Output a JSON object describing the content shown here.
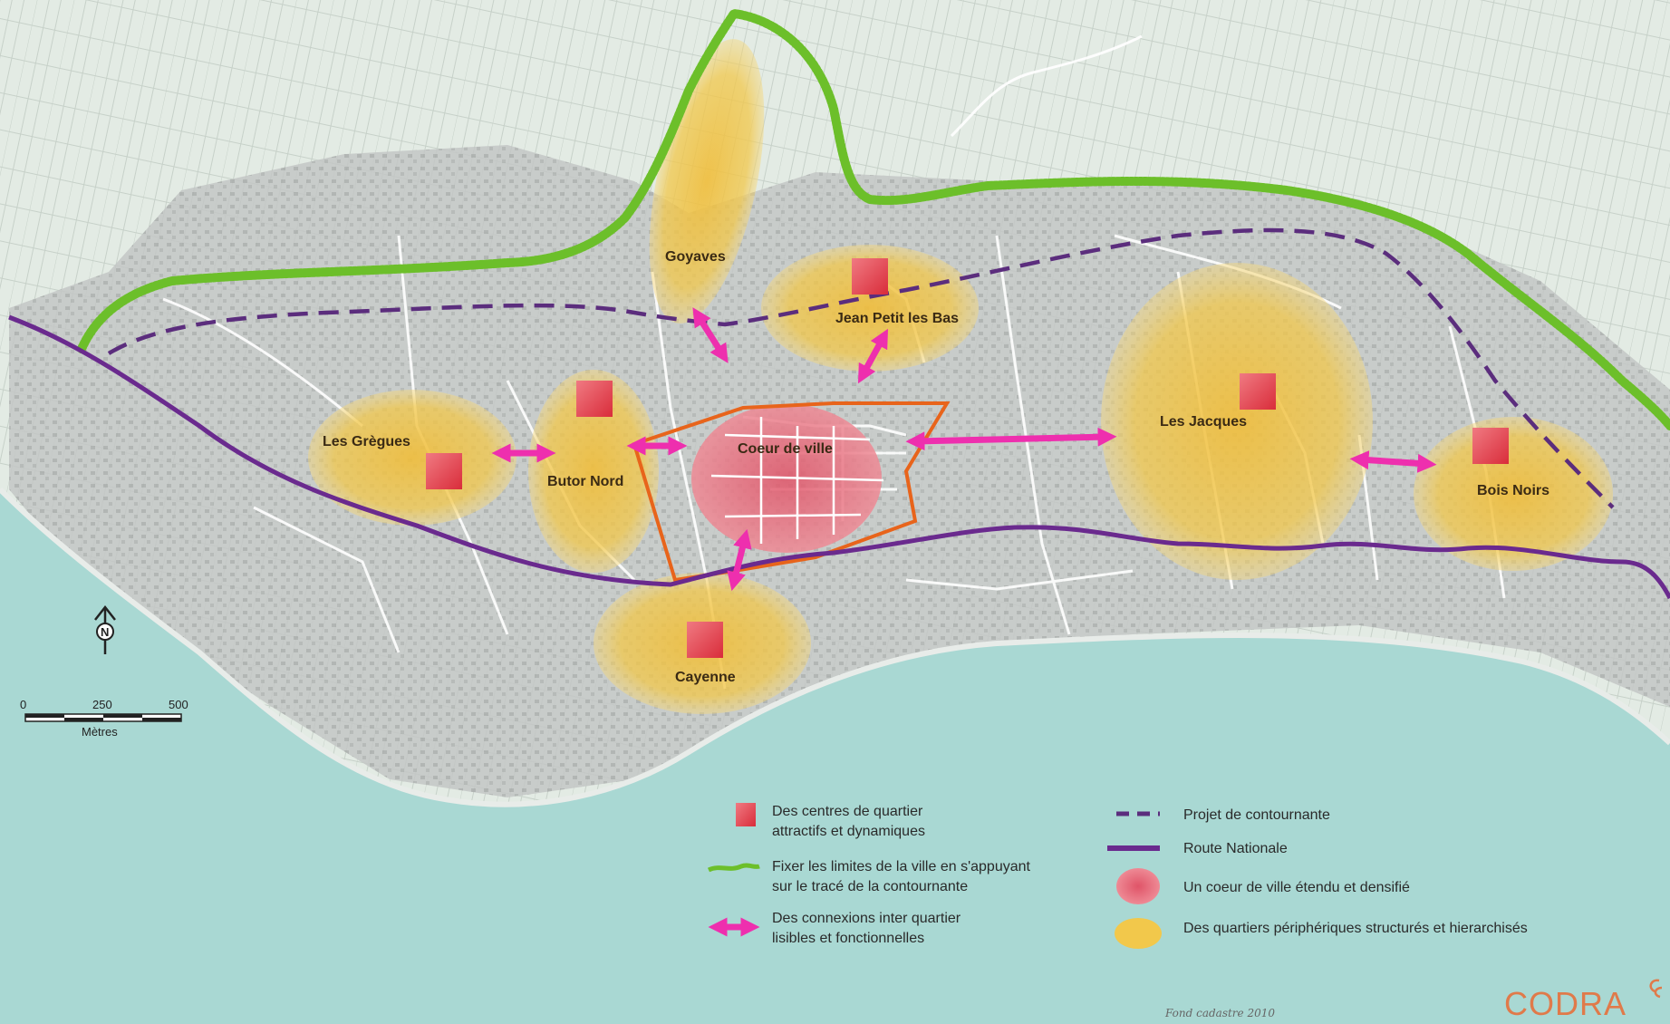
{
  "colors": {
    "sea": "#a9d8d3",
    "land": "#c9cccb",
    "agri": "#e3ebe4",
    "green_limit": "#6cbf2a",
    "bypass": "#5b2d7d",
    "national_road": "#6a2a8e",
    "heart": "#e86a7a",
    "heart_outline": "#e8641b",
    "district": "#f2c84b",
    "center_square": "#e9464f",
    "connector": "#ee2fae",
    "brand": "#e07a4a"
  },
  "map": {
    "labels": {
      "goyaves": "Goyaves",
      "jean_petit": "Jean Petit les Bas",
      "gregues": "Les Grègues",
      "butor": "Butor Nord",
      "coeur": "Coeur de ville",
      "jacques": "Les Jacques",
      "bois_noirs": "Bois Noirs",
      "cayenne": "Cayenne"
    }
  },
  "north_arrow": {
    "letter": "N"
  },
  "scale_bar": {
    "ticks": [
      "0",
      "250",
      "500"
    ],
    "unit": "Mètres"
  },
  "legend": {
    "centres_line1": "Des centres de quartier",
    "centres_line2": "attractifs et dynamiques",
    "limits_line1": "Fixer les limites de la ville en s'appuyant",
    "limits_line2": "sur le tracé de la contournante",
    "connections_line1": "Des connexions inter quartier",
    "connections_line2": "lisibles et fonctionnelles",
    "bypass": "Projet de contournante",
    "national_road": "Route Nationale",
    "heart": "Un coeur de ville étendu et densifié",
    "districts": "Des quartiers périphériques structurés et hierarchisés"
  },
  "credit": "Fond cadastre 2010",
  "brand": "CODRA"
}
